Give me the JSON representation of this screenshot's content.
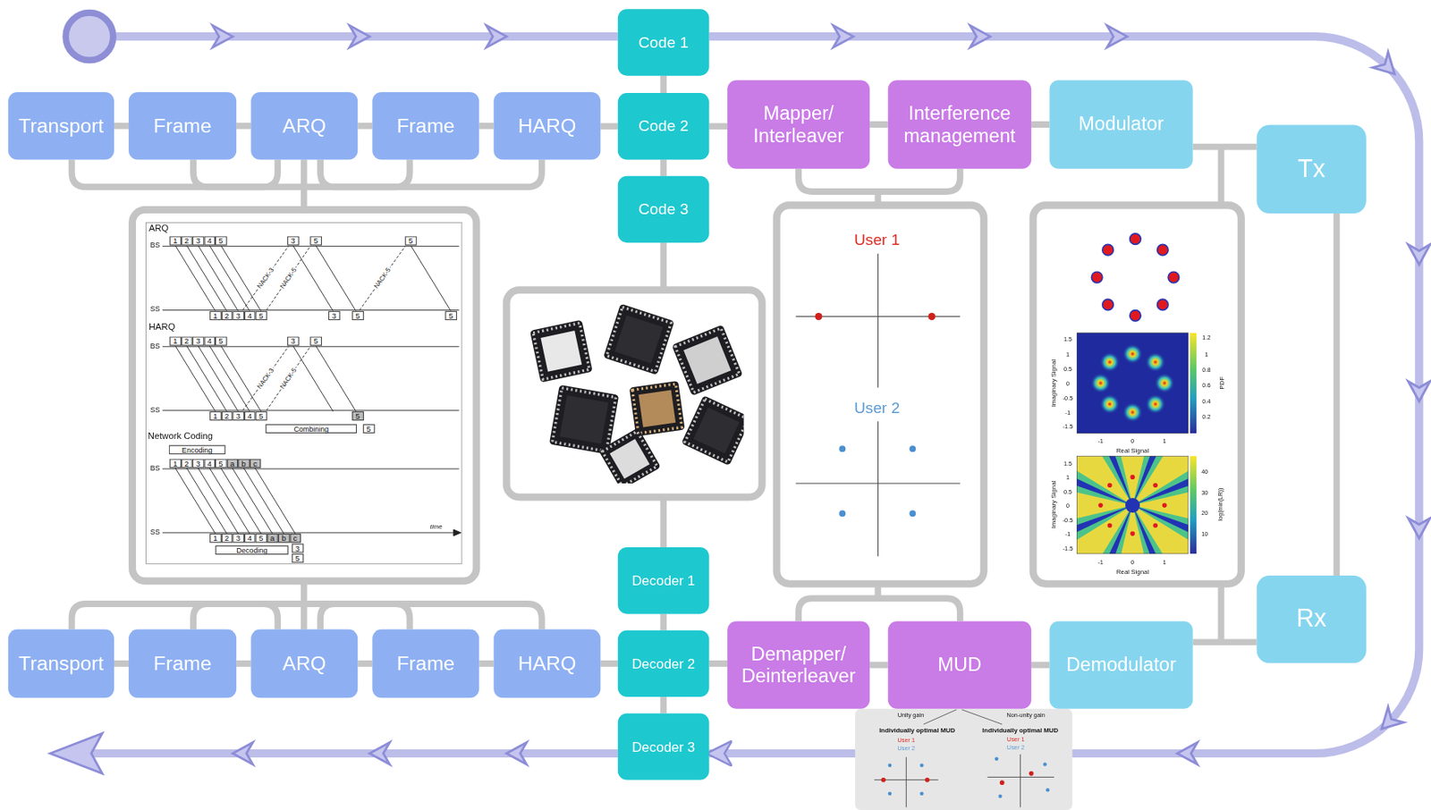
{
  "diagram": {
    "nodes": [
      {
        "text": [
          "Transport"
        ]
      },
      {
        "text": [
          "Frame"
        ]
      },
      {
        "text": [
          "ARQ"
        ]
      },
      {
        "text": [
          "Frame"
        ]
      },
      {
        "text": [
          "HARQ"
        ]
      },
      {
        "text": [
          "Code 1"
        ]
      },
      {
        "text": [
          "Code 2"
        ]
      },
      {
        "text": [
          "Code 3"
        ]
      },
      {
        "text": [
          "Mapper/ Interleaver"
        ]
      },
      {
        "text": [
          "Interference management"
        ]
      },
      {
        "text": [
          "Modulator"
        ]
      },
      {
        "text": [
          "Tx"
        ]
      },
      {
        "text": [
          "Transport"
        ]
      },
      {
        "text": [
          "Frame"
        ]
      },
      {
        "text": [
          "ARQ"
        ]
      },
      {
        "text": [
          "Frame"
        ]
      },
      {
        "text": [
          "HARQ"
        ]
      },
      {
        "text": [
          "Decoder 1"
        ]
      },
      {
        "text": [
          "Decoder 2"
        ]
      },
      {
        "text": [
          "Decoder 3"
        ]
      },
      {
        "text": [
          "Demapper/ Deinterleaver"
        ]
      },
      {
        "text": [
          "MUD"
        ]
      },
      {
        "text": [
          "Demodulator"
        ]
      },
      {
        "text": [
          "Rx"
        ]
      }
    ],
    "edges": [
      {
        "from": 0,
        "to": 1,
        "arrow": "none"
      },
      {
        "from": 1,
        "to": 2,
        "arrow": "none"
      },
      {
        "from": 2,
        "to": 3,
        "arrow": "none"
      },
      {
        "from": 3,
        "to": 4,
        "arrow": "none"
      },
      {
        "from": 4,
        "to": 6,
        "arrow": "none"
      },
      {
        "from": 6,
        "to": 8,
        "arrow": "none"
      },
      {
        "from": 8,
        "to": 9,
        "arrow": "none"
      },
      {
        "from": 9,
        "to": 10,
        "arrow": "none"
      },
      {
        "from": 10,
        "to": 11,
        "arrow": "none"
      },
      {
        "from": 0,
        "to": 2,
        "arrow": "none"
      },
      {
        "from": 1,
        "to": 3,
        "arrow": "none"
      },
      {
        "from": 2,
        "to": 4,
        "arrow": "none"
      },
      {
        "from": 5,
        "to": 6,
        "arrow": "none"
      },
      {
        "from": 6,
        "to": 7,
        "arrow": "none"
      },
      {
        "from": 11,
        "to": 23,
        "arrow": "none"
      },
      {
        "from": 23,
        "to": 22,
        "arrow": "none"
      },
      {
        "from": 22,
        "to": 21,
        "arrow": "none"
      },
      {
        "from": 21,
        "to": 20,
        "arrow": "none"
      },
      {
        "from": 20,
        "to": 18,
        "arrow": "none"
      },
      {
        "from": 18,
        "to": 16,
        "arrow": "none"
      },
      {
        "from": 16,
        "to": 15,
        "arrow": "none"
      },
      {
        "from": 15,
        "to": 14,
        "arrow": "none"
      },
      {
        "from": 14,
        "to": 13,
        "arrow": "none"
      },
      {
        "from": 13,
        "to": 12,
        "arrow": "none"
      },
      {
        "from": 12,
        "to": 14,
        "arrow": "none"
      },
      {
        "from": 13,
        "to": 15,
        "arrow": "none"
      },
      {
        "from": 14,
        "to": 16,
        "arrow": "none"
      },
      {
        "from": 17,
        "to": 18,
        "arrow": "none"
      },
      {
        "from": 18,
        "to": 19,
        "arrow": "none"
      },
      {
        "from": 5,
        "to": 19,
        "arrow": "to"
      }
    ],
    "labels": [
      "ARQ",
      "BS",
      "1",
      "2",
      "3",
      "4",
      "5",
      "3",
      "5",
      "5",
      "NACK-3",
      "NACK-5",
      "NACK-5",
      "SS",
      "1",
      "2",
      "3",
      "4",
      "5",
      "3",
      "5",
      "5",
      "HARQ",
      "BS",
      "1",
      "2",
      "3",
      "4",
      "5",
      "3",
      "5",
      "NACK-3",
      "NACK-5",
      "SS",
      "1",
      "2",
      "3",
      "4",
      "5",
      "5",
      "Combining",
      "5",
      "Network Coding",
      "Encoding",
      "BS",
      "1",
      "2",
      "3",
      "4",
      "5",
      "a",
      "b",
      "c",
      "SS",
      "1",
      "2",
      "3",
      "4",
      "5",
      "a",
      "b",
      "c",
      "3",
      "5",
      "Decoding",
      "time",
      "User 1",
      "User 2",
      "1.5",
      "1",
      "0.5",
      "0",
      "-0.5",
      "-1",
      "-1.5",
      "1.2",
      "1",
      "0.8",
      "0.6",
      "0.4",
      "0.2",
      "PDF",
      "Imaginary Signal",
      "-1",
      "0",
      "1",
      "Real Signal",
      "1.5",
      "1",
      "0.5",
      "0",
      "-0.5",
      "-1",
      "-1.5",
      "40",
      "30",
      "20",
      "10",
      "log(min(LR))",
      "Imaginary Signal",
      "-1",
      "0",
      "1",
      "Real Signal",
      "Unity gain",
      "Non-unity gain",
      "Individually optimal MUD",
      "User 1",
      "User 2",
      "Individually optimal MUD",
      "User 1",
      "User 2"
    ]
  }
}
